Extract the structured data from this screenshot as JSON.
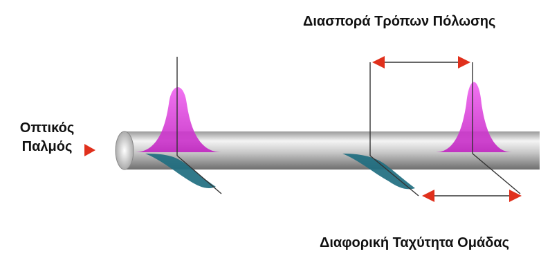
{
  "labels": {
    "polarization_mode_dispersion": "Διασπορά Τρόπων Πόλωσης",
    "optical_pulse_line1": "Οπτικός",
    "optical_pulse_line2": "Παλμός",
    "differential_group_velocity": "Διαφορική Ταχύτητα Ομάδας"
  },
  "colors": {
    "pulse_vertical": "#e040e0",
    "pulse_horizontal": "#1f6e80",
    "arrow": "#e0301c",
    "fiber": "#b8b8b8"
  }
}
